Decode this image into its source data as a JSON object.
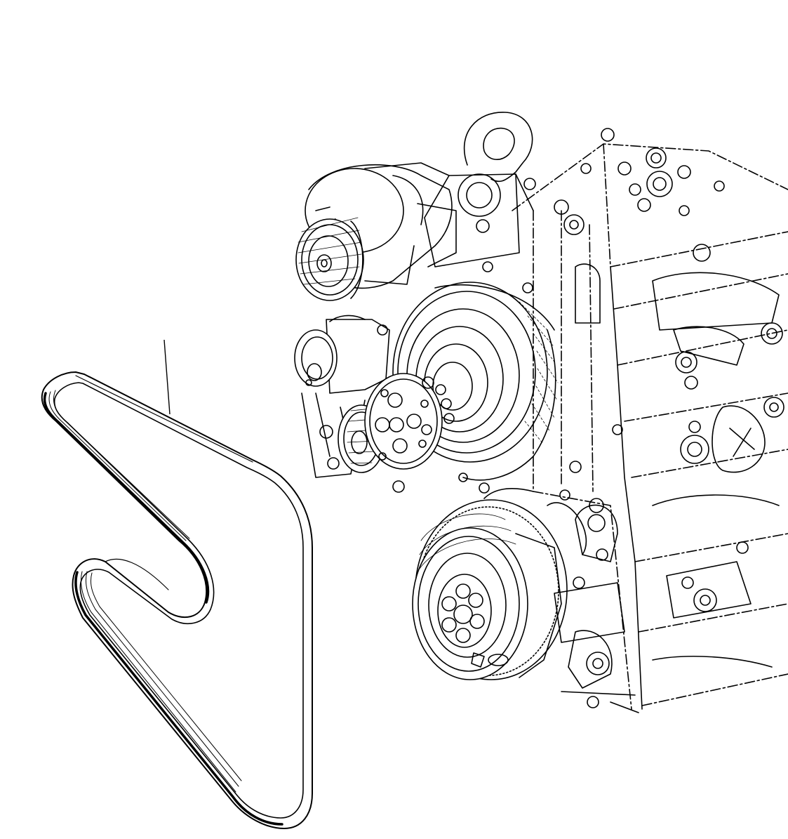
{
  "diagram": {
    "kind": "exploded-parts-illustration",
    "ink_color": "#000000",
    "paper_color": "#ffffff",
    "parts": [
      {
        "name": "drive-belt",
        "icon": "serpentine-belt-icon"
      },
      {
        "name": "alternator",
        "icon": "alternator-icon"
      },
      {
        "name": "belt-tensioner",
        "icon": "tensioner-pulley-icon"
      },
      {
        "name": "fan-pulley-hub",
        "icon": "hub-icon"
      },
      {
        "name": "water-pump-pulley",
        "icon": "pulley-icon"
      },
      {
        "name": "crankshaft-damper",
        "icon": "damper-icon"
      },
      {
        "name": "engine-block",
        "icon": "engine-icon"
      }
    ]
  }
}
